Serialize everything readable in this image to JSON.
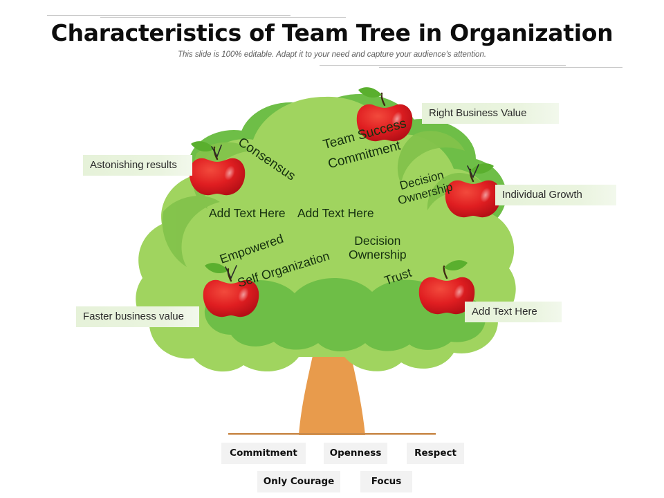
{
  "header": {
    "title": "Characteristics of Team Tree in Organization",
    "subtitle": "This slide is 100% editable. Adapt it to your need and capture your audience's attention."
  },
  "tree": {
    "canopy_color": "#A0D45F",
    "canopy_shade_color": "#6EBE47",
    "trunk_color": "#E89B4C",
    "apple_color": "#DD1E21",
    "apple_leaf_color": "#5AAF2E",
    "ground_line_color": "#C98A4B",
    "leaf_labels": [
      {
        "id": "consensus",
        "text": "Consensus"
      },
      {
        "id": "team-success",
        "text": "Team Success"
      },
      {
        "id": "commitment",
        "text": "Commitment"
      },
      {
        "id": "decision-ownership-upper",
        "text": "Decision\nOwnership"
      },
      {
        "id": "add-text-left",
        "text": "Add Text Here"
      },
      {
        "id": "add-text-middle",
        "text": "Add Text Here"
      },
      {
        "id": "decision-ownership-lower",
        "text": "Decision\nOwnership"
      },
      {
        "id": "empowered",
        "text": "Empowered"
      },
      {
        "id": "self-organization",
        "text": "Self Organization"
      },
      {
        "id": "trust",
        "text": "Trust"
      }
    ],
    "decision_ownership_upper_line1": "Decision",
    "decision_ownership_upper_line2": "Ownership",
    "decision_ownership_lower_line1": "Decision",
    "decision_ownership_lower_line2": "Ownership",
    "consensus": "Consensus",
    "team_success": "Team Success",
    "commitment": "Commitment",
    "add_text_left": "Add Text Here",
    "add_text_middle": "Add Text Here",
    "empowered": "Empowered",
    "self_organization": "Self Organization",
    "trust": "Trust"
  },
  "callouts": {
    "box_color": "#E6F2D9",
    "astonishing_results": "Astonishing results",
    "right_business_value": "Right Business Value",
    "individual_growth": "Individual Growth",
    "add_text_here": "Add Text Here",
    "faster_business_value": "Faster business value"
  },
  "value_chips": {
    "chip_color": "#F2F2F2",
    "commitment": "Commitment",
    "openness": "Openness",
    "respect": "Respect",
    "only_courage": "Only Courage",
    "focus": "Focus"
  }
}
